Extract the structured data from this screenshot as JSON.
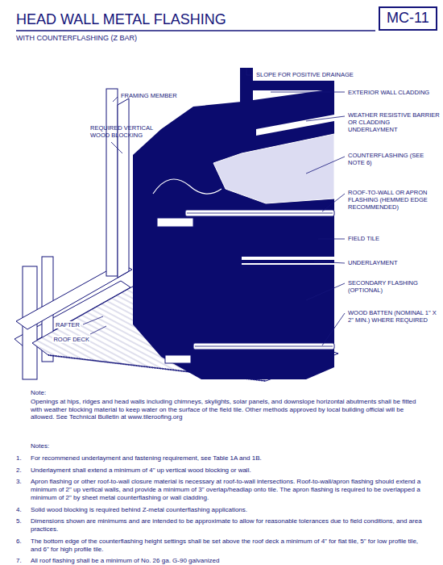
{
  "diagram": {
    "title": "HEAD WALL METAL FLASHING",
    "nodes": [
      {
        "text": [
          "MC-11"
        ]
      }
    ],
    "labels": [
      "WITH COUNTERFLASHING (Z BAR)",
      "SLOPE FOR POSITIVE DRAINAGE",
      "FRAMING MEMBER",
      "EXTERIOR WALL CLADDING",
      "REQUIRED VERTICAL WOOD BLOCKING",
      "WEATHER RESISTIVE BARRIER OR CLADDING UNDERLAYMENT",
      "COUNTERFLASHING (SEE NOTE 6)",
      "ROOF-TO-WALL OR APRON FLASHING (HEMMED EDGE RECOMMENDED)",
      "FIELD TILE",
      "UNDERLAYMENT",
      "SECONDARY FLASHING (OPTIONAL)",
      "WOOD BATTEN (NOMINAL 1\" X 2\" MIN.) WHERE REQUIRED",
      "RAFTER",
      "ROOF DECK",
      "Note:",
      "Openings at hips, ridges and head walls including chimneys, skylights, solar panels, and downslope horizontal abutments shall be fitted with weather blocking material to keep water on the surface of the field tile. Other methods approved by local building official will be allowed. See Technical Bulletin at www.tileroofing.org",
      "Notes:",
      "1.",
      "For recommened underlayment and fastening requirement, see Table 1A and 1B.",
      "2.",
      "Underlayment shall extend a minimum of 4\" up vertical wood blocking or wall.",
      "3.",
      "Apron flashing or other roof-to-wall closure material is necessary at roof-to-wall intersections. Roof-to-wall/apron flashing should extend a minimum of 2\" up vertical walls, and provide a minimum of 3\" overlap/headlap onto tile. The apron flashing is required to be overlapped a minimum of 2\" by sheet metal counterflashing or wall cladding.",
      "4.",
      "Solid wood blocking is required behind Z-metal counterflashing applications.",
      "5.",
      "Dimensions shown are minimums and are intended to be approximate to allow for reasonable tolerances due to field conditions, and area practices.",
      "6.",
      "The bottom edge of the counterflashing height settings shall be set above the roof deck a minimum of 4\" for flat tile, 5\" for low profile tile, and 6\" for high profile tile.",
      "7.",
      "All roof flashing shall be a minimum of No. 26 ga. G-90 galvanized"
    ]
  }
}
